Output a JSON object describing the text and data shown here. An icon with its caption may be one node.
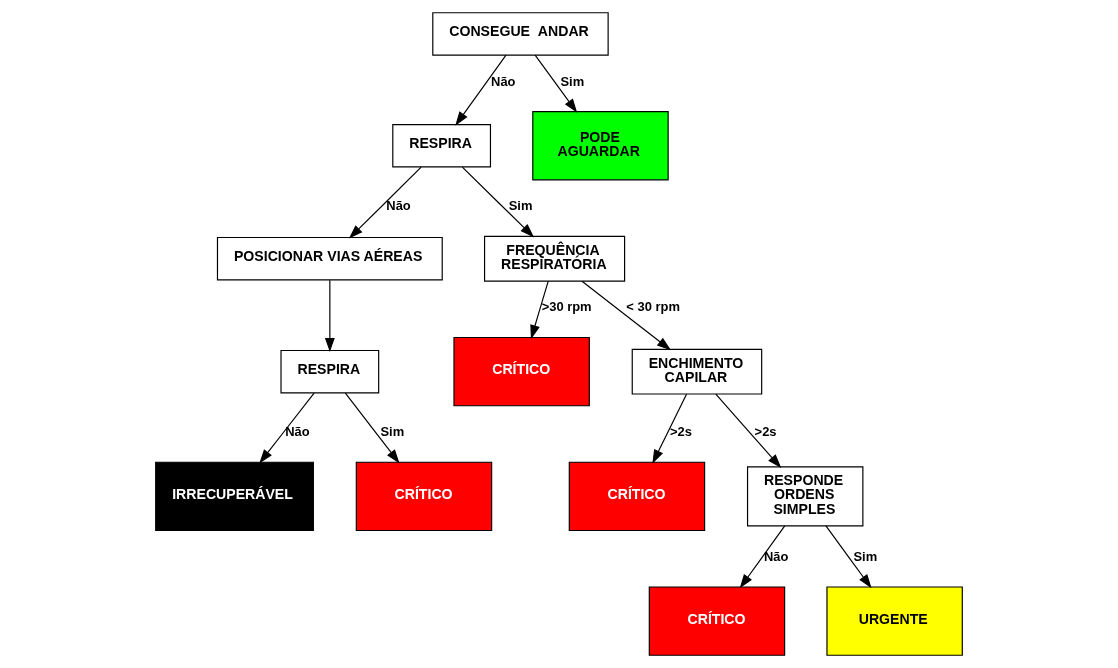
{
  "diagram": {
    "nodes": [
      {
        "text": [
          "CONSEGUE  ANDAR"
        ]
      },
      {
        "text": [
          "RESPIRA"
        ]
      },
      {
        "text": [
          "PODE AGUARDAR"
        ]
      },
      {
        "text": [
          "POSICIONAR VIAS AÉREAS"
        ]
      },
      {
        "text": [
          "FREQUÊNCIA RESPIRATÓRIA"
        ]
      },
      {
        "text": [
          "CRÍTICO"
        ]
      },
      {
        "text": [
          "ENCHIMENTO CAPILAR"
        ]
      },
      {
        "text": [
          "RESPIRA"
        ]
      },
      {
        "text": [
          "CRÍTICO"
        ]
      },
      {
        "text": [
          "RESPONDE ORDENS SIMPLES"
        ]
      },
      {
        "text": [
          "IRRECUPERÁVEL"
        ]
      },
      {
        "text": [
          "CRÍTICO"
        ]
      },
      {
        "text": [
          "CRÍTICO"
        ]
      },
      {
        "text": [
          "URGENTE"
        ]
      }
    ],
    "edges": [
      {
        "from": 0,
        "to": 1,
        "arrow": "to",
        "label": "Não"
      },
      {
        "from": 0,
        "to": 2,
        "arrow": "to",
        "label": "Sim"
      },
      {
        "from": 1,
        "to": 3,
        "arrow": "to",
        "label": "Não"
      },
      {
        "from": 1,
        "to": 4,
        "arrow": "to",
        "label": "Sim"
      },
      {
        "from": 4,
        "to": 5,
        "arrow": "to",
        "label": ">30 rpm"
      },
      {
        "from": 4,
        "to": 6,
        "arrow": "to",
        "label": "< 30 rpm"
      },
      {
        "from": 3,
        "to": 7,
        "arrow": "to"
      },
      {
        "from": 6,
        "to": 8,
        "arrow": "to",
        "label": ">2s"
      },
      {
        "from": 6,
        "to": 9,
        "arrow": "to",
        "label": ">2s"
      },
      {
        "from": 7,
        "to": 10,
        "arrow": "to",
        "label": "Não"
      },
      {
        "from": 7,
        "to": 11,
        "arrow": "to",
        "label": "Sim"
      },
      {
        "from": 9,
        "to": 12,
        "arrow": "to",
        "label": "Não"
      },
      {
        "from": 9,
        "to": 13,
        "arrow": "to",
        "label": "Sim"
      }
    ]
  }
}
